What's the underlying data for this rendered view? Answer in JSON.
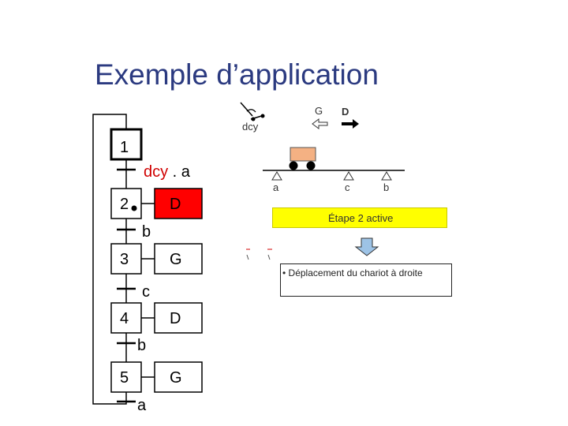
{
  "title": "Exemple d’application",
  "grafcet": {
    "steps": [
      {
        "number": "1",
        "action": ""
      },
      {
        "number": "2",
        "action": "D"
      },
      {
        "number": "3",
        "action": "G"
      },
      {
        "number": "4",
        "action": "D"
      },
      {
        "number": "5",
        "action": "G"
      }
    ],
    "transitions": [
      {
        "label_red": "dcy",
        "label_rest": " . a"
      },
      {
        "label_red": "",
        "label_rest": "b"
      },
      {
        "label_red": "",
        "label_rest": "c"
      },
      {
        "label_red": "",
        "label_rest": "b"
      },
      {
        "label_red": "",
        "label_rest": "a"
      }
    ],
    "active_step": "2"
  },
  "scene": {
    "switch_label": "dcy",
    "left_label": "G",
    "right_label": "D",
    "sensors": [
      "a",
      "c",
      "b"
    ]
  },
  "banner": "Étape 2 active",
  "info": "• Déplacement du chariot à droite",
  "colors": {
    "title": "#2b3a80",
    "red": "#d00000",
    "cart": "#f4b183",
    "banner": "#ffff00",
    "arrow_fill": "#9dc3e6"
  }
}
